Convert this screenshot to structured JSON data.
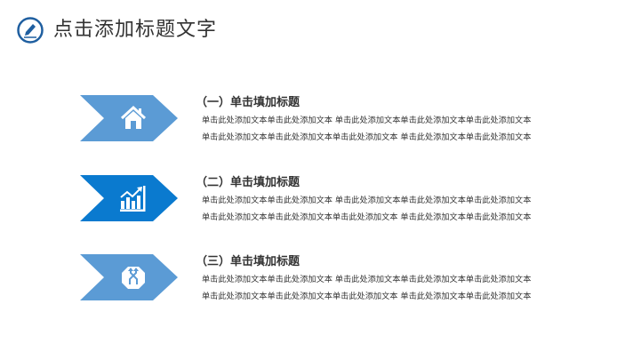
{
  "header": {
    "title": "点击添加标题文字",
    "icon": "pencil-circle-icon"
  },
  "items": [
    {
      "title": "（一）单击填加标题",
      "icon": "home-icon",
      "color": "#5b9bd5",
      "lines": [
        "单击此处添加文本单击此处添加文本 单击此处添加文本单击此处添加文本单击此处添加文本",
        "单击此处添加文本单击此处添加文本单击此处添加文本 单击此处添加文本单击此处添加文本"
      ]
    },
    {
      "title": "（二）单击填加标题",
      "icon": "growth-chart-icon",
      "color": "#0a7acf",
      "lines": [
        "单击此处添加文本单击此处添加文本 单击此处添加文本单击此处添加文本单击此处添加文本",
        "单击此处添加文本单击此处添加文本单击此处添加文本 单击此处添加文本单击此处添加文本"
      ]
    },
    {
      "title": "（三）单击填加标题",
      "icon": "route-sign-icon",
      "color": "#5b9bd5",
      "lines": [
        "单击此处添加文本单击此处添加文本 单击此处添加文本单击此处添加文本单击此处添加文本",
        "单击此处添加文本单击此处添加文本单击此处添加文本 单击此处添加文本单击此处添加文本"
      ]
    }
  ]
}
